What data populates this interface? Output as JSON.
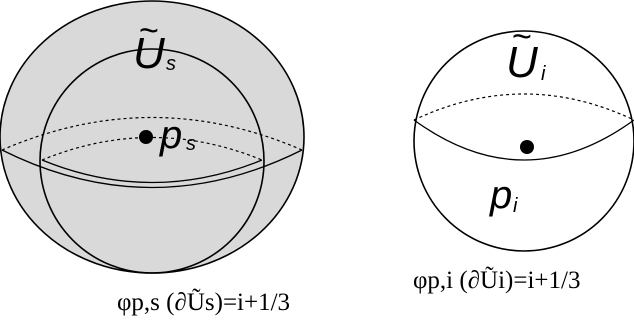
{
  "left_figure": {
    "region_label": "U",
    "region_subscript": "s",
    "point_label": "p",
    "point_subscript": "s",
    "caption": "φp,s (∂Ũs)=i+1/3"
  },
  "right_figure": {
    "region_label": "U",
    "region_subscript": "i",
    "point_label": "p",
    "point_subscript": "i",
    "caption": "φp,i (∂Ũi)=i+1/3"
  },
  "colors": {
    "outer_fill": "#d9d9d9",
    "stroke": "#000000",
    "background": "#ffffff"
  }
}
